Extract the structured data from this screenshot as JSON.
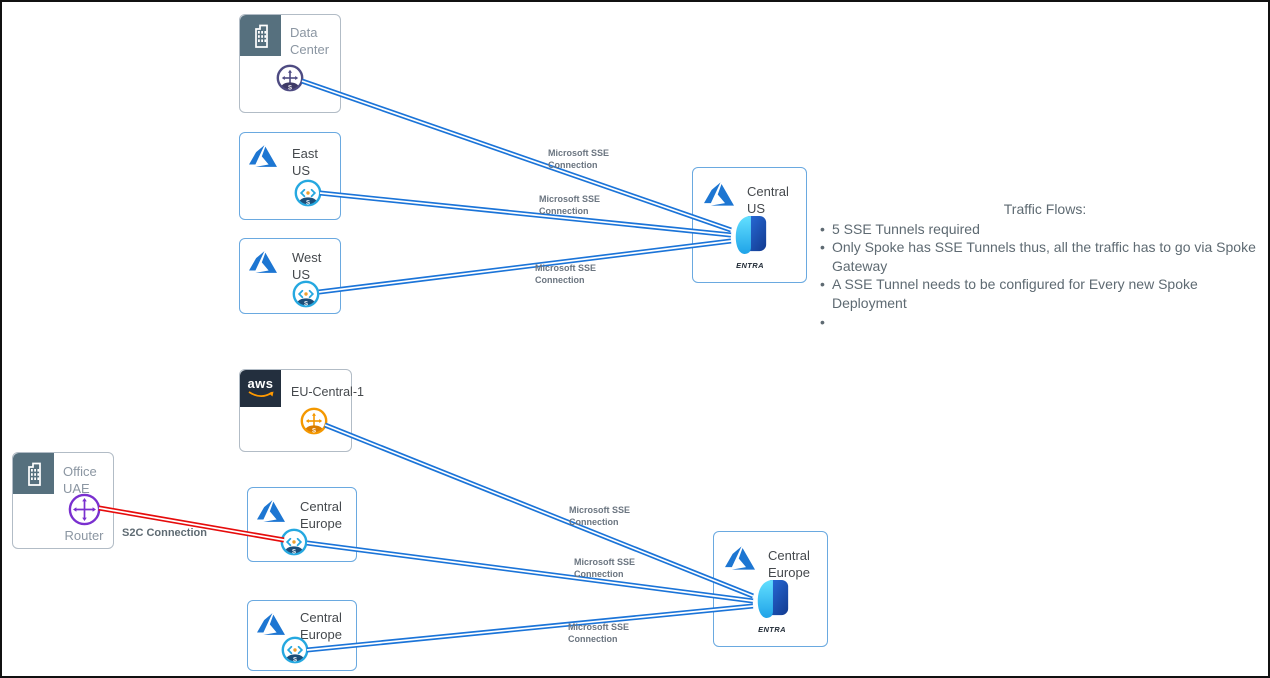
{
  "colors": {
    "connection_blue": "#1b74d8",
    "connection_red": "#e60c0c",
    "azure_blue": "#1d76d2",
    "azure_box_border": "#6aa9e0",
    "gray_box_border": "#b2bcc6",
    "slate_corner": "#56707e",
    "aws_navy": "#232f3e",
    "aws_orange": "#ff9900",
    "spoke_cyan": "#25a8e0",
    "edge_orange": "#f49800",
    "edge_indigo": "#4e4b82",
    "router_purple": "#7a30cf",
    "entra_dark": "#1646ae",
    "entra_light": "#50e6ff"
  },
  "icons": {
    "gateway_badge": "S"
  },
  "nodes": {
    "data_center": {
      "label": "Data Center",
      "provider": "on-premises",
      "gateway": "edge-gateway-icon"
    },
    "east_us": {
      "label": "East US",
      "provider": "azure",
      "gateway": "spoke-gateway-icon"
    },
    "west_us": {
      "label": "West US",
      "provider": "azure",
      "gateway": "spoke-gateway-icon"
    },
    "central_us": {
      "label": "Central US",
      "provider": "azure",
      "service": "ENTRA"
    },
    "eu_central_1": {
      "label": "EU-Central-1",
      "provider": "aws",
      "logo_text": "aws",
      "gateway": "edge-gateway-icon"
    },
    "office_uae": {
      "label": "Office UAE",
      "provider": "on-premises",
      "device_label": "Router"
    },
    "central_europe_spoke1": {
      "label": "Central Europe",
      "provider": "azure",
      "gateway": "spoke-gateway-icon"
    },
    "central_europe_spoke2": {
      "label": "Central Europe",
      "provider": "azure",
      "gateway": "spoke-gateway-icon"
    },
    "central_europe_hub": {
      "label": "Central Europe",
      "provider": "azure",
      "service": "ENTRA"
    }
  },
  "connections": [
    {
      "from": "data_center",
      "to": "central_us",
      "label": "Microsoft SSE Connection",
      "type": "sse",
      "color": "#1b74d8"
    },
    {
      "from": "east_us",
      "to": "central_us",
      "label": "Microsoft SSE Connection",
      "type": "sse",
      "color": "#1b74d8"
    },
    {
      "from": "west_us",
      "to": "central_us",
      "label": "Microsoft SSE Connection",
      "type": "sse",
      "color": "#1b74d8"
    },
    {
      "from": "eu_central_1",
      "to": "central_europe_hub",
      "label": "Microsoft SSE Connection",
      "type": "sse",
      "color": "#1b74d8"
    },
    {
      "from": "central_europe_spoke1",
      "to": "central_europe_hub",
      "label": "Microsoft SSE Connection",
      "type": "sse",
      "color": "#1b74d8"
    },
    {
      "from": "central_europe_spoke2",
      "to": "central_europe_hub",
      "label": "Microsoft SSE Connection",
      "type": "sse",
      "color": "#1b74d8"
    },
    {
      "from": "office_uae",
      "to": "central_europe_spoke1",
      "label": "S2C Connection",
      "type": "s2c",
      "color": "#e60c0c"
    }
  ],
  "notes": {
    "title": "Traffic Flows:",
    "bullets": [
      "5 SSE Tunnels required",
      "Only Spoke has SSE Tunnels thus, all the traffic has to go via Spoke Gateway",
      "A SSE Tunnel needs to be configured for Every new Spoke Deployment",
      ""
    ]
  }
}
